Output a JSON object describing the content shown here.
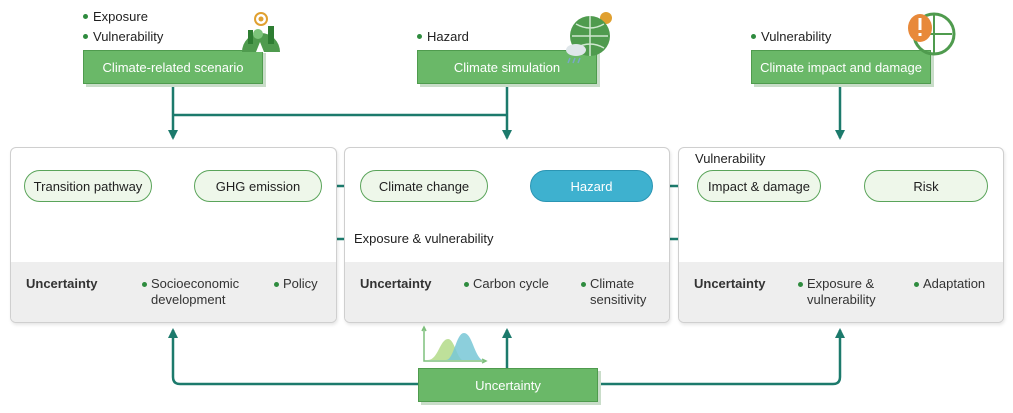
{
  "top": {
    "scenario": {
      "tags": [
        "Exposure",
        "Vulnerability"
      ],
      "label": "Climate-related scenario"
    },
    "simulation": {
      "tags": [
        "Hazard"
      ],
      "label": "Climate simulation"
    },
    "impact": {
      "tags": [
        "Vulnerability"
      ],
      "label": "Climate impact and damage"
    }
  },
  "nodes": {
    "transition": "Transition pathway",
    "ghg": "GHG emission",
    "climate_change": "Climate change",
    "hazard": "Hazard",
    "impact_damage": "Impact & damage",
    "risk": "Risk"
  },
  "panel3_vulnerability": "Vulnerability",
  "exposure_link_label": "Exposure & vulnerability",
  "uncertainty_rows": {
    "left": {
      "label": "Uncertainty",
      "items": [
        [
          "Socioeconomic",
          "development"
        ],
        [
          "Policy"
        ]
      ]
    },
    "middle": {
      "label": "Uncertainty",
      "items": [
        [
          "Carbon cycle"
        ],
        [
          "Climate",
          "sensitivity"
        ]
      ]
    },
    "right": {
      "label": "Uncertainty",
      "items": [
        [
          "Exposure &",
          "vulnerability"
        ],
        [
          "Adaptation"
        ]
      ]
    }
  },
  "bottom_button": "Uncertainty",
  "colors": {
    "primary_green": "#6ab868",
    "arrow_teal": "#1c7a6c",
    "hazard_blue": "#3eb1cf",
    "node_fill": "#eef7ea"
  },
  "icons": [
    "city-nature-icon",
    "globe-weather-icon",
    "globe-warning-icon",
    "distribution-chart-icon"
  ]
}
